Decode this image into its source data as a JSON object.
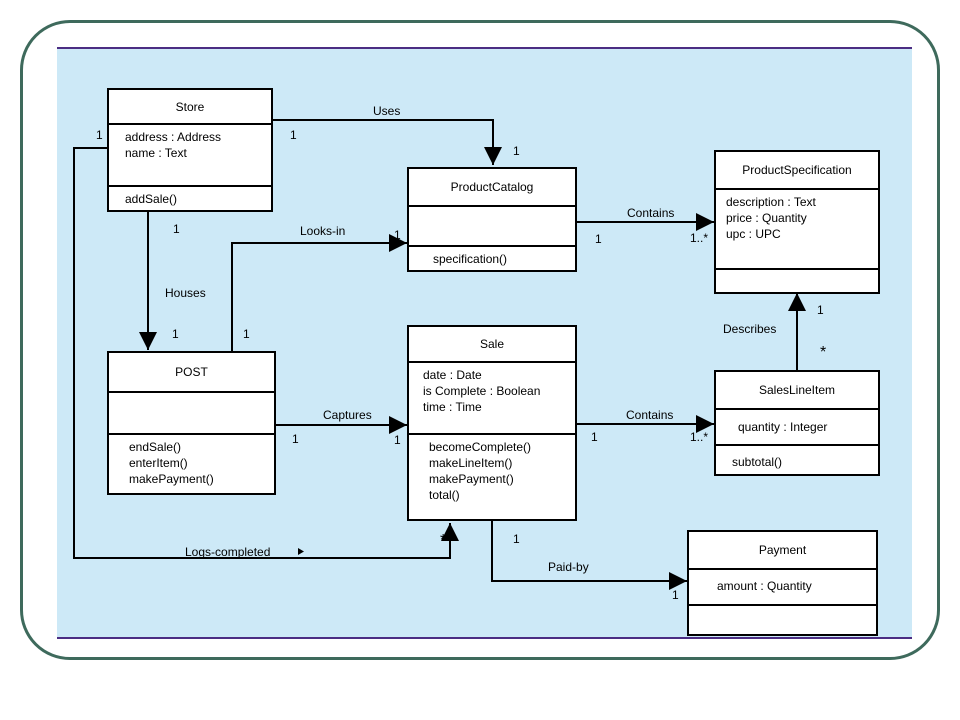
{
  "classes": {
    "store": {
      "name": "Store",
      "attributes": [
        "address : Address",
        "name : Text"
      ],
      "operations": [
        "addSale()"
      ]
    },
    "productcatalog": {
      "name": "ProductCatalog",
      "attributes": [],
      "operations": [
        "specification()"
      ]
    },
    "productspecification": {
      "name": "ProductSpecification",
      "attributes": [
        "description : Text",
        "price : Quantity",
        "upc : UPC"
      ],
      "operations": []
    },
    "post": {
      "name": "POST",
      "attributes": [],
      "operations": [
        "endSale()",
        "enterItem()",
        "makePayment()"
      ]
    },
    "sale": {
      "name": "Sale",
      "attributes": [
        "date : Date",
        "is Complete : Boolean",
        "time : Time"
      ],
      "operations": [
        "becomeComplete()",
        "makeLineItem()",
        "makePayment()",
        "total()"
      ]
    },
    "saleslineitem": {
      "name": "SalesLineItem",
      "attributes": [
        "quantity : Integer"
      ],
      "operations": [
        "subtotal()"
      ]
    },
    "payment": {
      "name": "Payment",
      "attributes": [
        "amount : Quantity"
      ],
      "operations": []
    }
  },
  "associations": {
    "uses": "Uses",
    "contains_catalog": "Contains",
    "looks_in": "Looks-in",
    "houses": "Houses",
    "captures": "Captures",
    "contains_sale": "Contains",
    "describes": "Describes",
    "logs_completed": "Logs-completed",
    "paid_by": "Paid-by"
  },
  "multiplicities": {
    "one": "1",
    "one_to_many": "1..*",
    "many": "*"
  },
  "colors": {
    "background": "#cde9f7",
    "frame": "#3e6a5c",
    "rule": "#4b2d83",
    "line": "#000000"
  }
}
